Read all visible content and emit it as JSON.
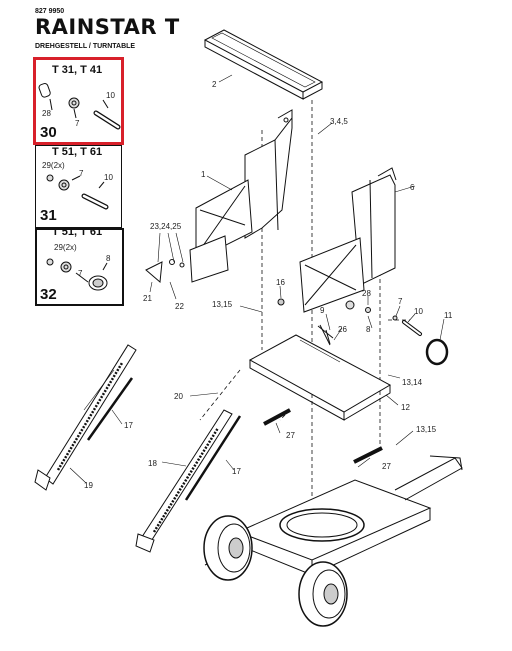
{
  "header": {
    "doc_number": "827 9950",
    "brand": "RAINSTAR T",
    "subtitle": "DREHGESTELL / TURNTABLE"
  },
  "variants": [
    {
      "title": "T 31, T 41",
      "number": "30",
      "parts": [
        "28",
        "7",
        "10"
      ]
    },
    {
      "title": "T 51, T 61",
      "number": "31",
      "parts": [
        "29(2x)",
        "7",
        "10"
      ]
    },
    {
      "title": "T 51, T 61",
      "number": "32",
      "parts": [
        "29(2x)",
        "7",
        "8"
      ]
    }
  ],
  "callouts": {
    "p1": "1",
    "p2": "2",
    "p345": "3,4,5",
    "p6": "6",
    "p232425": "23,24,25",
    "p21": "21",
    "p22": "22",
    "p16": "16",
    "p1315a": "13,15",
    "p28": "28",
    "p7": "7",
    "p10": "10",
    "p11": "11",
    "p9": "9",
    "p26": "26",
    "p8": "8",
    "p1314": "13,14",
    "p20": "20",
    "p12": "12",
    "p17a": "17",
    "p27a": "27",
    "p1315b": "13,15",
    "p19": "19",
    "p18": "18",
    "p17b": "17",
    "p27b": "27"
  },
  "colors": {
    "highlight_box": "#d8202a",
    "line": "#111111"
  }
}
